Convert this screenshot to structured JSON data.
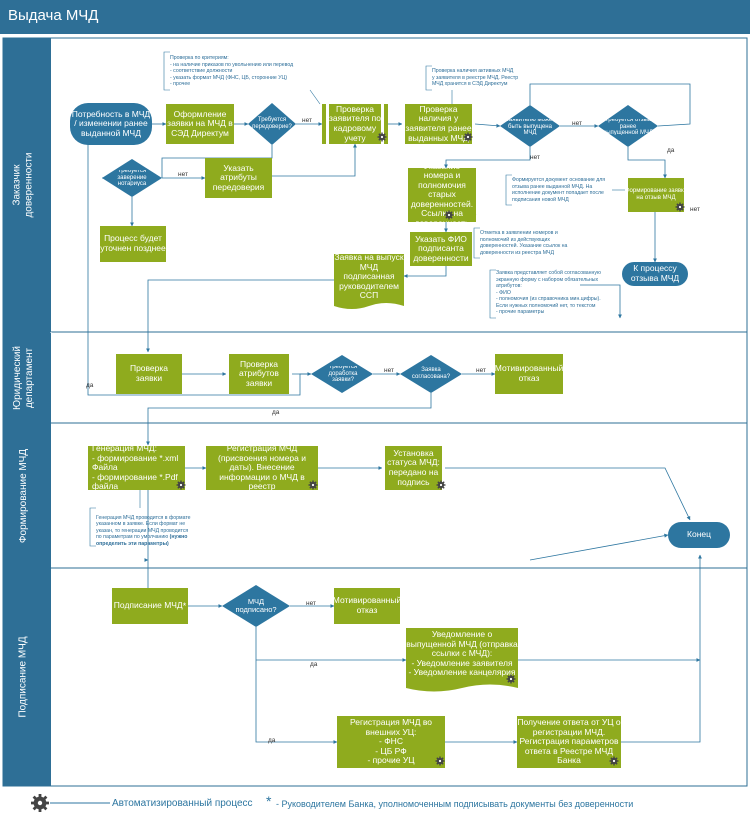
{
  "title": "Выдача МЧД",
  "lanes": [
    {
      "id": "zakazchik",
      "label": "Заказчик\nдоверенности"
    },
    {
      "id": "yurid",
      "label": "Юридический\nдепартамент"
    },
    {
      "id": "formir",
      "label": "Формирование МЧД"
    },
    {
      "id": "podpis",
      "label": "Подписание МЧД"
    }
  ],
  "nodes": {
    "start": "Потребность в МЧД / изменении ранее выданной МЧД",
    "oformlenie": "Оформление заявки на МЧД в СЭД Директум",
    "d_peredover": "Требуется передоверие?",
    "proverka_kadr": "Проверка заявителя по кадровому учету",
    "proverka_nalichiya": "Проверка наличия у заявителя ранее выданных МЧД",
    "d_zayavitel": "Заявителю может быть выпущена МЧД",
    "d_otziv": "Требуется отзыв ранее выпущенной МЧД",
    "d_notarius": "Требуется заверение нотариуса",
    "ukazat_atributy": "Указать атрибуты передоверия",
    "process_utochnen": "Процесс будет уточнен позднее",
    "ukazanie_nomera": "Указание номера и полномочия старых доверенностей. Ссылка на доверенность",
    "formirovanie_otziv": "Формирование заявки на отзыв МЧД",
    "k_processu_otziva": "К процессу отзыва МЧД",
    "ukazat_fio": "Указать ФИО подписанта доверенности",
    "zayavka_doc": "Заявка на выпуск МЧД подписанная руководителем ССП",
    "proverka_zayavki": "Проверка заявки",
    "proverka_atributov": "Проверка атрибутов заявки",
    "d_dorabotka": "Требуется доработка заявки?",
    "d_soglasovana": "Заявка согласована?",
    "motiv_otkaz1": "Мотивированный отказ",
    "generaciya": "Генерация МЧД:\n- формирование *.xml Файла\n- формирование *.Pdf файла",
    "registraciya": "Регистрация МЧД (присвоения номера и даты). Внесение информации о МЧД в реестр",
    "ustanovka_statusa": "Установка статуса МЧД: передано на подпись",
    "konec": "Конец",
    "podpisanie": "Подписание МЧД",
    "podpisanie_star": "*",
    "d_podpisano": "МЧД подписано?",
    "motiv_otkaz2": "Мотивированный отказ",
    "uvedomlenie": "Уведомление о выпущенной МЧД (отправка ссылки с МЧД):\n- Уведомление заявителя\n- Уведомление канцелярия",
    "registraciya_vneshnih": "Регистрация МЧД во внешних УЦ:\n- ФНС\n- ЦБ РФ\n- прочие УЦ",
    "poluchenie_otveta": "Получение ответа от УЦ о регистрации МЧД. Регистрация параметров ответа в Реестре МЧД Банка"
  },
  "notes": {
    "note_kriterii": "Проверка по критериям:\n- на наличие приказов по увольнению или перевод\n- соответствие должности\n- указать формат МЧД (ФНС, ЦБ, сторонние УЦ)\n- прочее",
    "note_nalichie": "Проверка наличия активных МЧД\nу заявителя в реестре МЧД. Реестр\nМЧД хранится в СЭД Директум",
    "note_osnovanie": "Формируется документ основание для\nотзыва ранее выданной МЧД. На\nисполнение документ попадает после\nподписания новой МЧД",
    "note_otmetka": "Отметка в заявлении номеров и\nполномочий из действующих\nдоверенностей. Указание ссылок на\nдоверенности из реестра МЧД",
    "note_zayavka": "Заявка представляет собой согласованную\nэкранную форму с набором обязательных\nатрибутов:\n- ФИО\n- полномочия (из справочника мин.цифры).\nЕсли нужных полномочий нет, то текстом\n- прочие параметры",
    "note_generaciya_pre": "Генерация МЧД проводится в формате\nуказанном в заявке. Если формат не\nуказан, то генерации МЧД проводится\nпо параметрам по умолчанию ",
    "note_generaciya_bold": "(нужно определить эти параметры)"
  },
  "labels": {
    "net": "нет",
    "da": "да"
  },
  "legend": {
    "icon": "gear-icon",
    "text": "Автоматизированный процесс",
    "star": "*",
    "star_text": "- Руководителем Банка, уполномоченным подписывать документы без доверенности"
  },
  "colors": {
    "title_bar": "#2e6f96",
    "lane_label": "#2e6f96",
    "process": "#8fab1e",
    "decision": "#2d76a0",
    "note_text": "#2d6e99"
  }
}
